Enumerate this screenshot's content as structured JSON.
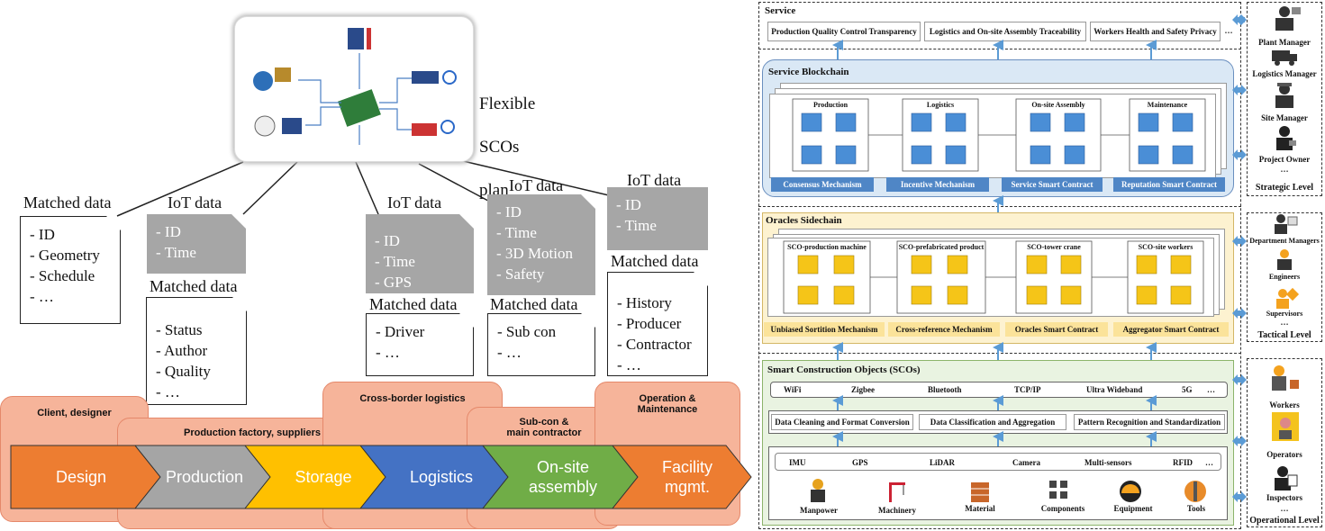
{
  "plan": {
    "title_lines": [
      "Flexible",
      "SCOs",
      "plan"
    ]
  },
  "cards": [
    {
      "header": "Matched data",
      "items": [
        "- ID",
        "- Geometry",
        "- Schedule",
        "- …"
      ]
    },
    {
      "header": "IoT data",
      "items": [
        "- ID",
        "- Time"
      ]
    },
    {
      "header": "Matched data",
      "items": [
        "- Status",
        "- Author",
        "- Quality",
        "- …"
      ]
    },
    {
      "header": "IoT data",
      "items": [
        "- ID",
        "- Time",
        "- GPS"
      ]
    },
    {
      "header": "Matched data",
      "items": [
        "- Driver",
        "- …"
      ]
    },
    {
      "header": "IoT data",
      "items": [
        "- ID",
        "- Time",
        "- 3D Motion",
        "- Safety"
      ]
    },
    {
      "header": "Matched data",
      "items": [
        "- Sub con",
        "- …"
      ]
    },
    {
      "header": "IoT data",
      "items": [
        "- ID",
        "- Time"
      ]
    },
    {
      "header": "Matched data",
      "items": [
        "- History",
        "- Producer",
        "- Contractor",
        "- …"
      ]
    }
  ],
  "stakeholders": [
    "Client, designer",
    "Production factory, suppliers",
    "Cross-border logistics",
    "Sub-con &\nmain contractor",
    "Operation &\nMaintenance"
  ],
  "stages": [
    "Design",
    "Production",
    "Storage",
    "Logistics",
    "On-site\nassembly",
    "Facility\nmgmt."
  ],
  "stage_colors": [
    "#ed7d31",
    "#a5a5a5",
    "#ffc000",
    "#4472c4",
    "#70ad47",
    "#ed7d31"
  ],
  "service": {
    "title": "Service",
    "items": [
      "Production Quality Control Transparency",
      "Logistics and On-site Assembly Traceability",
      "Workers Health and Safety Privacy",
      "…"
    ]
  },
  "blockchain": {
    "title": "Service Blockchain",
    "groups": [
      "Production",
      "Logistics",
      "On-site Assembly",
      "Maintenance"
    ],
    "mechanisms": [
      "Consensus Mechanism",
      "Incentive Mechanism",
      "Service Smart Contract",
      "Reputation Smart Contract"
    ]
  },
  "sidechain": {
    "title": "Oracles Sidechain",
    "groups": [
      "SCO-production machine",
      "SCO-prefabricated product",
      "SCO-tower crane",
      "SCO-site workers"
    ],
    "mechanisms": [
      "Unbiased Sortition Mechanism",
      "Cross-reference Mechanism",
      "Oracles Smart Contract",
      "Aggregator Smart Contract"
    ]
  },
  "scos": {
    "title": "Smart Construction Objects (SCOs)",
    "network": [
      "WiFi",
      "Zigbee",
      "Bluetooth",
      "TCP/IP",
      "Ultra Wideband",
      "5G",
      "…"
    ],
    "processing": [
      "Data Cleaning and Format Conversion",
      "Data Classification and Aggregation",
      "Pattern Recognition and Standardization"
    ],
    "sensors": [
      "IMU",
      "GPS",
      "LiDAR",
      "Camera",
      "Multi-sensors",
      "RFID",
      "…"
    ],
    "resources": [
      "Manpower",
      "Machinery",
      "Material",
      "Components",
      "Equipment",
      "Tools"
    ]
  },
  "levels": {
    "strategic": {
      "roles": [
        "Plant Manager",
        "Logistics Manager",
        "Site Manager",
        "Project Owner"
      ],
      "ellipsis": "…",
      "label": "Strategic Level"
    },
    "tactical": {
      "roles": [
        "Department Managers",
        "Engineers",
        "Supervisors"
      ],
      "ellipsis": "…",
      "label": "Tactical Level"
    },
    "operational": {
      "roles": [
        "Workers",
        "Operators",
        "Inspectors"
      ],
      "ellipsis": "…",
      "label": "Operational Level"
    }
  },
  "colors": {
    "blockchain_bg": "#dae8f5",
    "sidechain_bg": "#fdf2d0",
    "scos_bg": "#e9f3e1",
    "mech_blue": "#4f86c6",
    "arrow_blue": "#5b9bd5"
  }
}
